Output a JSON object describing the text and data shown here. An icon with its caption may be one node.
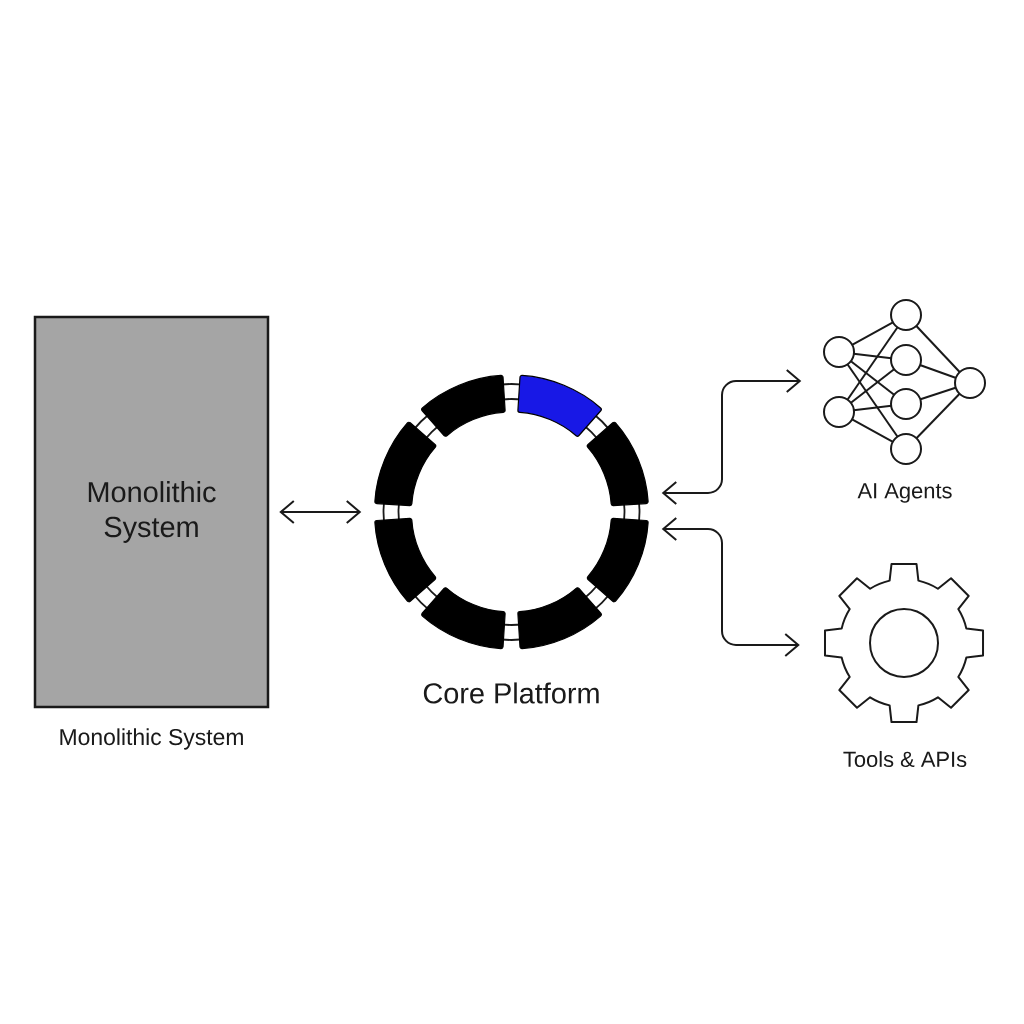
{
  "diagram": {
    "nodes": [
      {
        "text": [
          "Monolithic System"
        ],
        "beside": [
          "Monolithic System"
        ]
      },
      {
        "text": [],
        "shape": "circle",
        "beside": [
          "Core Platform"
        ]
      },
      {
        "text": [],
        "shape": "picture",
        "beside": [
          "AI Agents"
        ]
      },
      {
        "text": [],
        "shape": "picture",
        "beside": [
          "Tools & APIs"
        ]
      }
    ],
    "edges": [
      {
        "from": 0,
        "to": 1,
        "arrow": "both"
      },
      {
        "from": 1,
        "to": 2,
        "arrow": "both"
      },
      {
        "from": 1,
        "to": 3,
        "arrow": "both"
      }
    ]
  }
}
